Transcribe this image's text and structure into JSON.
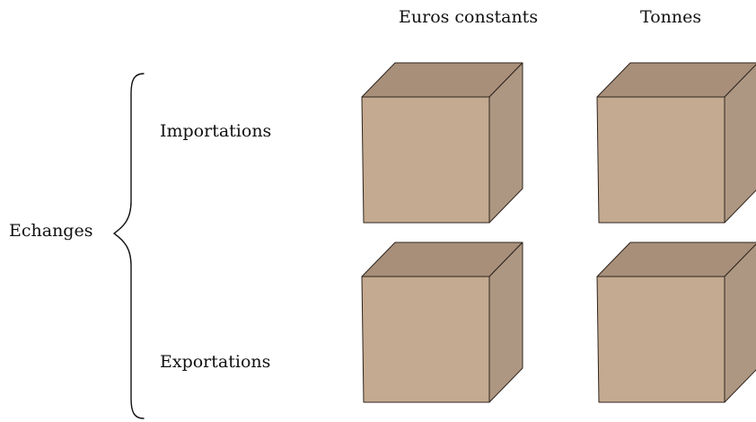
{
  "columns": {
    "euros": "Euros constants",
    "tonnes": "Tonnes"
  },
  "rows": {
    "imports": "Importations",
    "exports": "Exportations"
  },
  "group_label": "Echanges",
  "colors": {
    "cube_front": "#c4aa90",
    "cube_top": "#a88f7a",
    "cube_side": "#ae9782",
    "cube_edge": "#2e241d",
    "brace": "#111111"
  }
}
